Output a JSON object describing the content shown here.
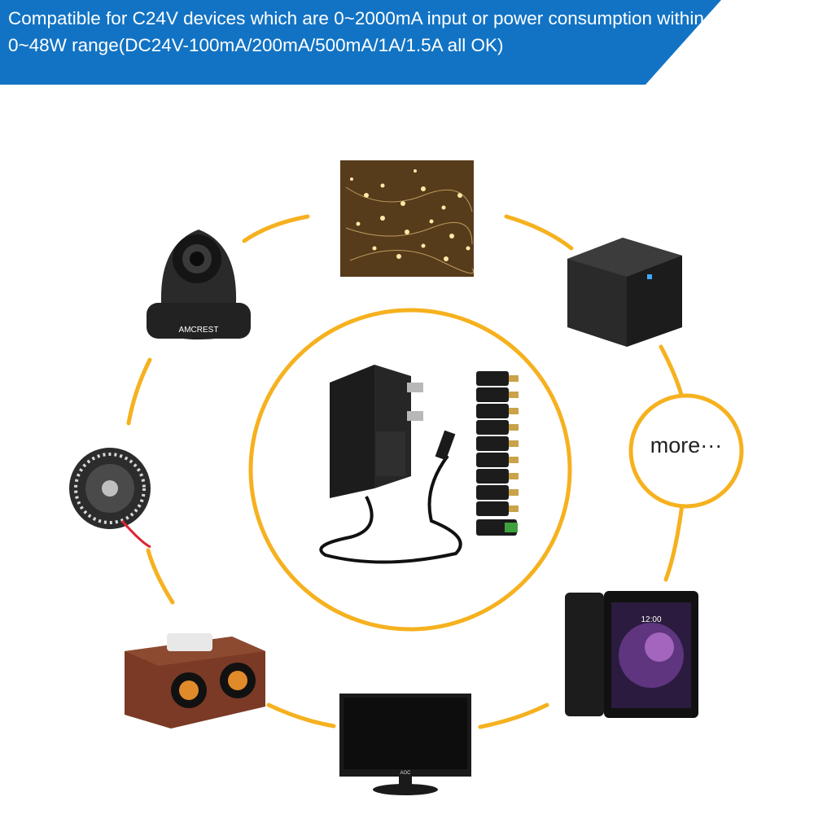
{
  "banner": {
    "text": "Compatible for C24V devices which are 0~2000mA input or power consumption within 0~48W range(DC24V-100mA/200mA/500mA/1A/1.5A all OK)",
    "color": "#1273c4"
  },
  "accent_color": "#f6b11f",
  "devices": [
    {
      "name": "fairy-lights",
      "icon": "fairy-lights-image"
    },
    {
      "name": "security-camera",
      "icon": "ip-camera-image",
      "brand": "AMCREST"
    },
    {
      "name": "bluetooth-speaker",
      "icon": "cube-speaker-image"
    },
    {
      "name": "led-strip",
      "icon": "led-strip-reel-image"
    },
    {
      "name": "wooden-speaker",
      "icon": "retro-speaker-image"
    },
    {
      "name": "monitor",
      "icon": "monitor-image",
      "brand": "AOC"
    },
    {
      "name": "tablet",
      "icon": "tablet-image",
      "time": "12:00"
    }
  ],
  "more_label": "more···",
  "center": {
    "icon": "power-adapter-image",
    "tip_count": 10
  }
}
